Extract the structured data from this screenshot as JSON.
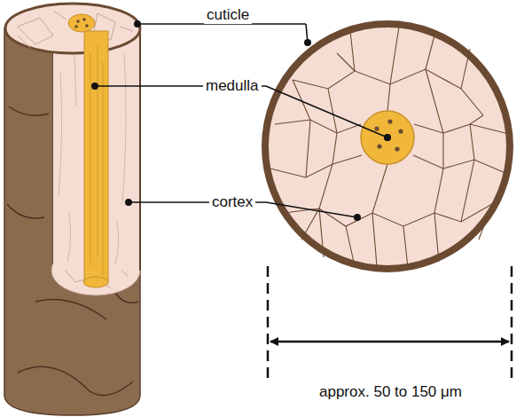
{
  "diagram": {
    "labels": [
      "cuticle",
      "medulla",
      "cortex",
      "approx. 50 to 150 μm"
    ]
  }
}
